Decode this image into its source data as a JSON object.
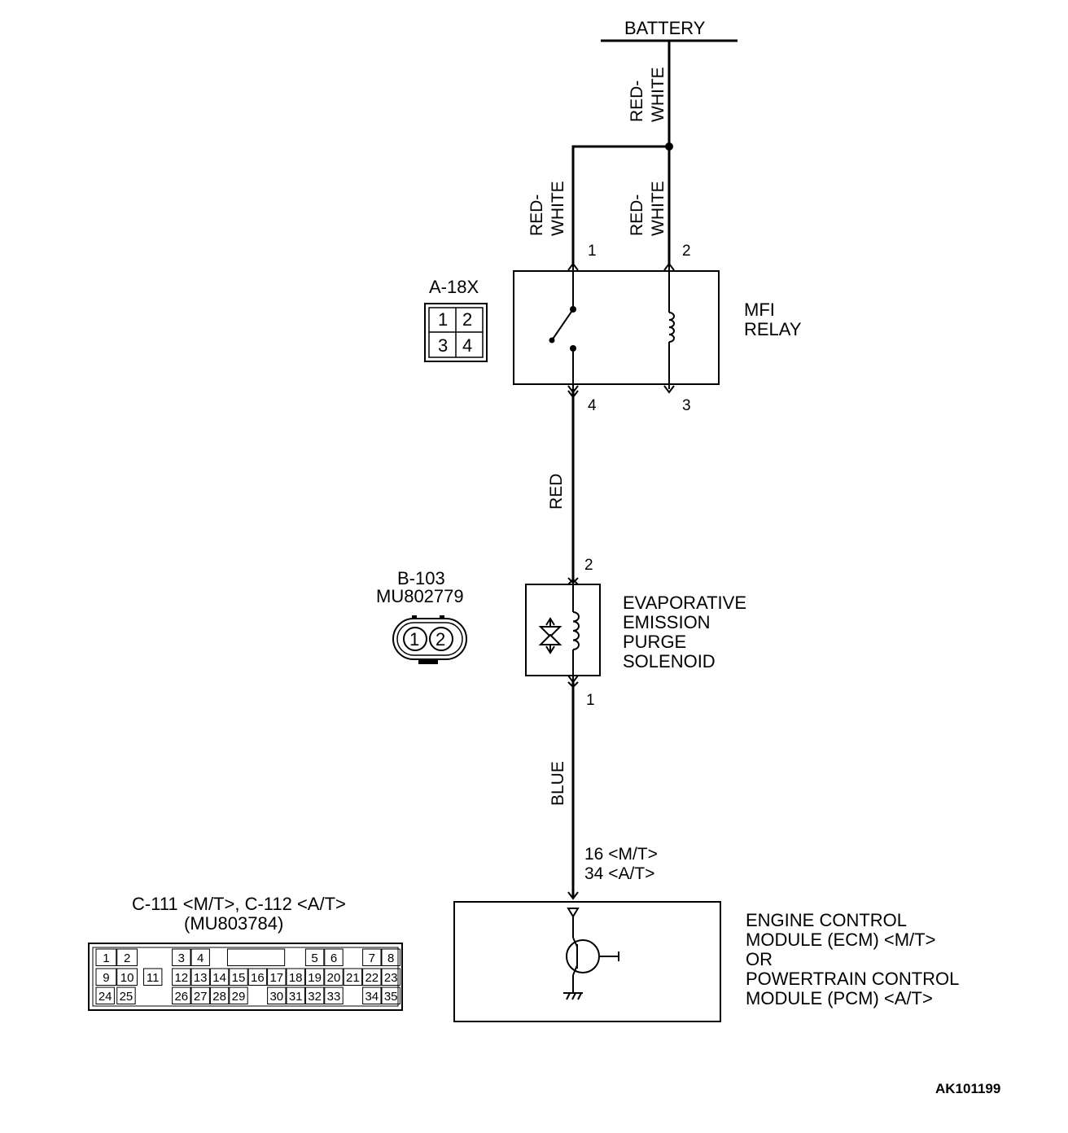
{
  "battery": "BATTERY",
  "wires": {
    "red_white_top": [
      "RED-",
      "WHITE"
    ],
    "red_white_left": [
      "RED-",
      "WHITE"
    ],
    "red_white_right": [
      "RED-",
      "WHITE"
    ],
    "red": "RED",
    "blue": "BLUE"
  },
  "relay": {
    "name": [
      "MFI",
      "RELAY"
    ],
    "pins": [
      "1",
      "2",
      "4",
      "3"
    ]
  },
  "relay_connector": {
    "id": "A-18X",
    "cells": [
      "1",
      "2",
      "3",
      "4"
    ]
  },
  "solenoid": {
    "name": [
      "EVAPORATIVE",
      "EMISSION",
      "PURGE",
      "SOLENOID"
    ],
    "pins": [
      "2",
      "1"
    ]
  },
  "solenoid_connector": {
    "id": "B-103",
    "part": "MU802779",
    "cells": [
      "1",
      "2"
    ]
  },
  "ecm": {
    "terminals": [
      "16 <M/T>",
      "34 <A/T>"
    ],
    "name": [
      "ENGINE CONTROL",
      "MODULE (ECM) <M/T>",
      "OR",
      "POWERTRAIN CONTROL",
      "MODULE (PCM) <A/T>"
    ]
  },
  "ecm_connector": {
    "title": "C-111 <M/T>, C-112 <A/T>",
    "part": "(MU803784)",
    "row1": [
      "1",
      "2",
      "3",
      "4",
      "5",
      "6",
      "7",
      "8"
    ],
    "row2": [
      "9",
      "10",
      "11",
      "12",
      "13",
      "14",
      "15",
      "16",
      "17",
      "18",
      "19",
      "20",
      "21",
      "22",
      "23"
    ],
    "row3": [
      "24",
      "25",
      "26",
      "27",
      "28",
      "29",
      "30",
      "31",
      "32",
      "33",
      "34",
      "35"
    ]
  },
  "figure_id": "AK101199"
}
